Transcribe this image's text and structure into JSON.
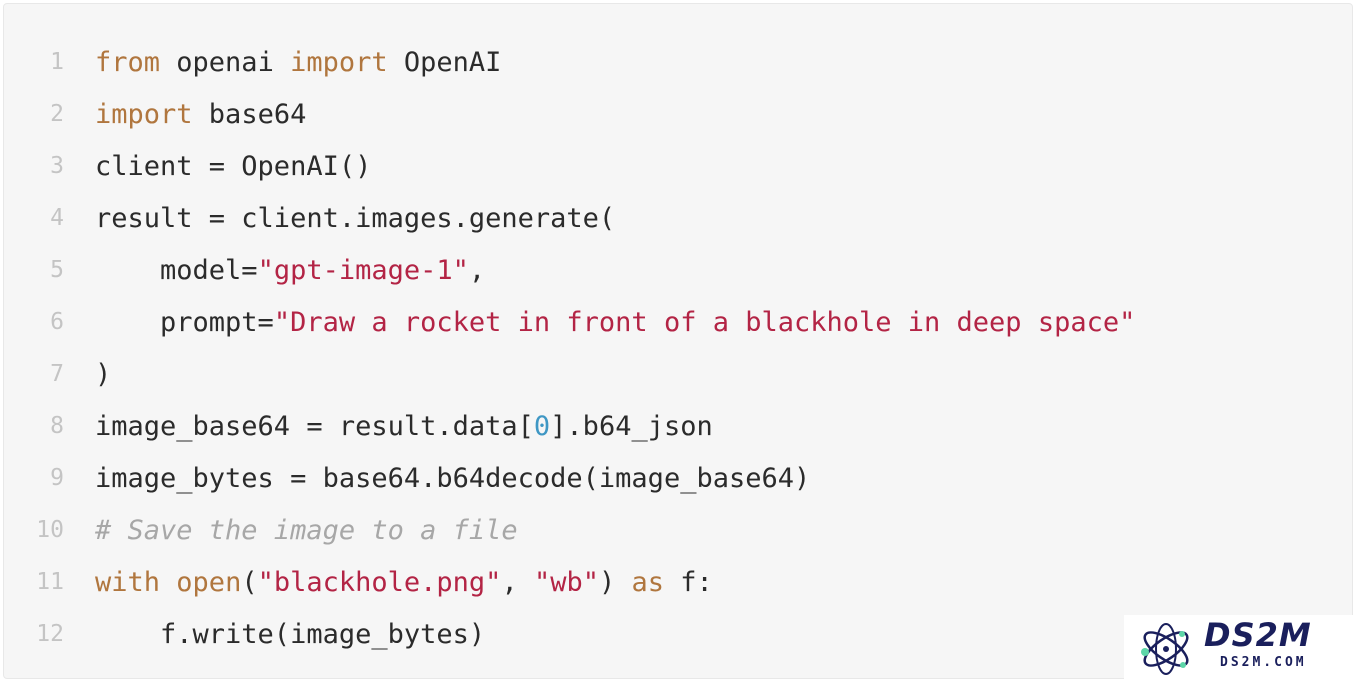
{
  "code": {
    "lines": [
      {
        "num": "1",
        "tokens": [
          {
            "t": "from",
            "k": "keyword"
          },
          {
            "t": " openai ",
            "k": "plain"
          },
          {
            "t": "import",
            "k": "keyword"
          },
          {
            "t": " OpenAI",
            "k": "plain"
          }
        ]
      },
      {
        "num": "2",
        "tokens": [
          {
            "t": "import",
            "k": "keyword"
          },
          {
            "t": " base64",
            "k": "plain"
          }
        ]
      },
      {
        "num": "3",
        "tokens": [
          {
            "t": "client = OpenAI()",
            "k": "plain"
          }
        ]
      },
      {
        "num": "4",
        "tokens": [
          {
            "t": "result = client.images.generate(",
            "k": "plain"
          }
        ]
      },
      {
        "num": "5",
        "tokens": [
          {
            "t": "    model=",
            "k": "plain"
          },
          {
            "t": "\"gpt-image-1\"",
            "k": "string"
          },
          {
            "t": ",",
            "k": "plain"
          }
        ]
      },
      {
        "num": "6",
        "tokens": [
          {
            "t": "    prompt=",
            "k": "plain"
          },
          {
            "t": "\"Draw a rocket in front of a blackhole in deep space\"",
            "k": "string"
          }
        ]
      },
      {
        "num": "7",
        "tokens": [
          {
            "t": ")",
            "k": "plain"
          }
        ]
      },
      {
        "num": "8",
        "tokens": [
          {
            "t": "image_base64 = result.data[",
            "k": "plain"
          },
          {
            "t": "0",
            "k": "number"
          },
          {
            "t": "].b64_json",
            "k": "plain"
          }
        ]
      },
      {
        "num": "9",
        "tokens": [
          {
            "t": "image_bytes = base64.b64decode(image_base64)",
            "k": "plain"
          }
        ]
      },
      {
        "num": "10",
        "tokens": [
          {
            "t": "# Save the image to a file",
            "k": "comment"
          }
        ]
      },
      {
        "num": "11",
        "tokens": [
          {
            "t": "with",
            "k": "keyword"
          },
          {
            "t": " ",
            "k": "plain"
          },
          {
            "t": "open",
            "k": "keyword"
          },
          {
            "t": "(",
            "k": "plain"
          },
          {
            "t": "\"blackhole.png\"",
            "k": "string"
          },
          {
            "t": ", ",
            "k": "plain"
          },
          {
            "t": "\"wb\"",
            "k": "string"
          },
          {
            "t": ") ",
            "k": "plain"
          },
          {
            "t": "as",
            "k": "keyword"
          },
          {
            "t": " f:",
            "k": "plain"
          }
        ]
      },
      {
        "num": "12",
        "tokens": [
          {
            "t": "    f.write(image_bytes)",
            "k": "plain"
          }
        ]
      }
    ]
  },
  "watermark": {
    "title": "DS2M",
    "subtitle": "DS2M.COM",
    "icon": "atom-logo-icon"
  },
  "colors": {
    "keyword": "#b0763e",
    "string": "#b32445",
    "number": "#3f97c4",
    "comment": "#a7a7a7",
    "text": "#2b2b2b",
    "line_number": "#c4c4c4",
    "background": "#f6f6f6",
    "watermark_text": "#1a1f5c"
  }
}
